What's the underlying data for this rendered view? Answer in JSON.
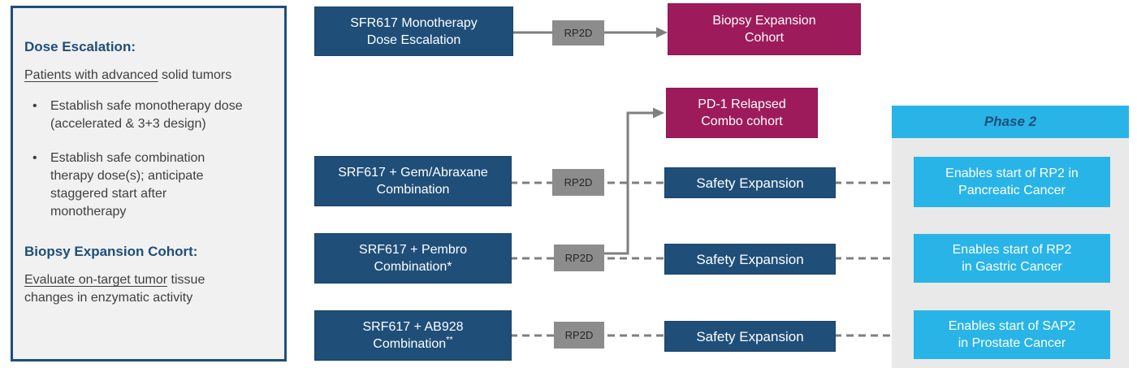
{
  "sidebar": {
    "heading_dose": "Dose Escalation:",
    "intro": {
      "underlined": "Patients with advanced",
      "rest": " solid tumors"
    },
    "bullets": [
      "Establish safe monotherapy dose (accelerated & 3+3 design)",
      "Establish safe combination therapy dose(s); anticipate staggered start after monotherapy"
    ],
    "heading_biopsy": "Biopsy Expansion Cohort:",
    "outro": {
      "underlined": "Evaluate on-target tumor",
      "rest": " tissue changes in enzymatic activity"
    }
  },
  "flow": {
    "rp2d_label": "RP2D",
    "monotherapy": "SFR617 Monotherapy\nDose Escalation",
    "biopsy_cohort": "Biopsy Expansion\nCohort",
    "pd1_cohort": "PD-1 Relapsed\nCombo cohort",
    "gem_combo": "SRF617 + Gem/Abraxane\nCombination",
    "pembro_combo": "SRF617 + Pembro\nCombination*",
    "ab928_combo": {
      "line1": "SRF617 + AB928",
      "line2": "Combination",
      "sup": "**"
    },
    "safety_expansion": "Safety Expansion",
    "phase2": {
      "header": "Phase 2",
      "outcomes": [
        "Enables start of RP2 in\nPancreatic Cancer",
        "Enables start of RP2\nin Gastric Cancer",
        "Enables start of SAP2\nin Prostate Cancer"
      ]
    }
  },
  "colors": {
    "dark_blue": "#1F4E79",
    "maroon": "#9E1B5B",
    "cyan": "#29B4E8",
    "line_gray": "#7F7F7F",
    "rp2d_gray": "#8C8C8C",
    "phase2_panel_bg": "#E9E9E9",
    "sidebar_bg": "#F1F1F2"
  }
}
